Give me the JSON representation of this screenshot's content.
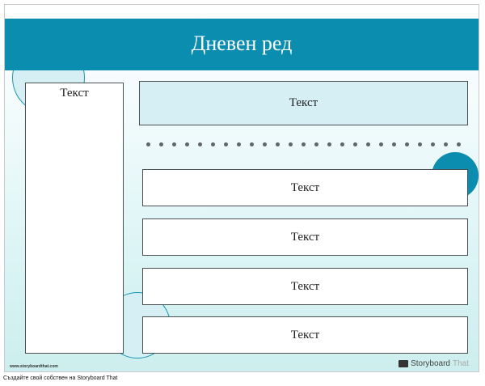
{
  "title": "Дневен ред",
  "left_box": {
    "text": "Текст"
  },
  "top_box": {
    "text": "Текст"
  },
  "items": [
    {
      "text": "Текст"
    },
    {
      "text": "Текст"
    },
    {
      "text": "Текст"
    },
    {
      "text": "Текст"
    }
  ],
  "dot_count": 25,
  "watermark": {
    "url": "www.storyboardthat.com",
    "brand_main": "Storyboard",
    "brand_sub": "That"
  },
  "footer": "Създайте свой собствен на Storyboard That",
  "colors": {
    "header": "#0a8daf",
    "light": "#d5eff5"
  }
}
